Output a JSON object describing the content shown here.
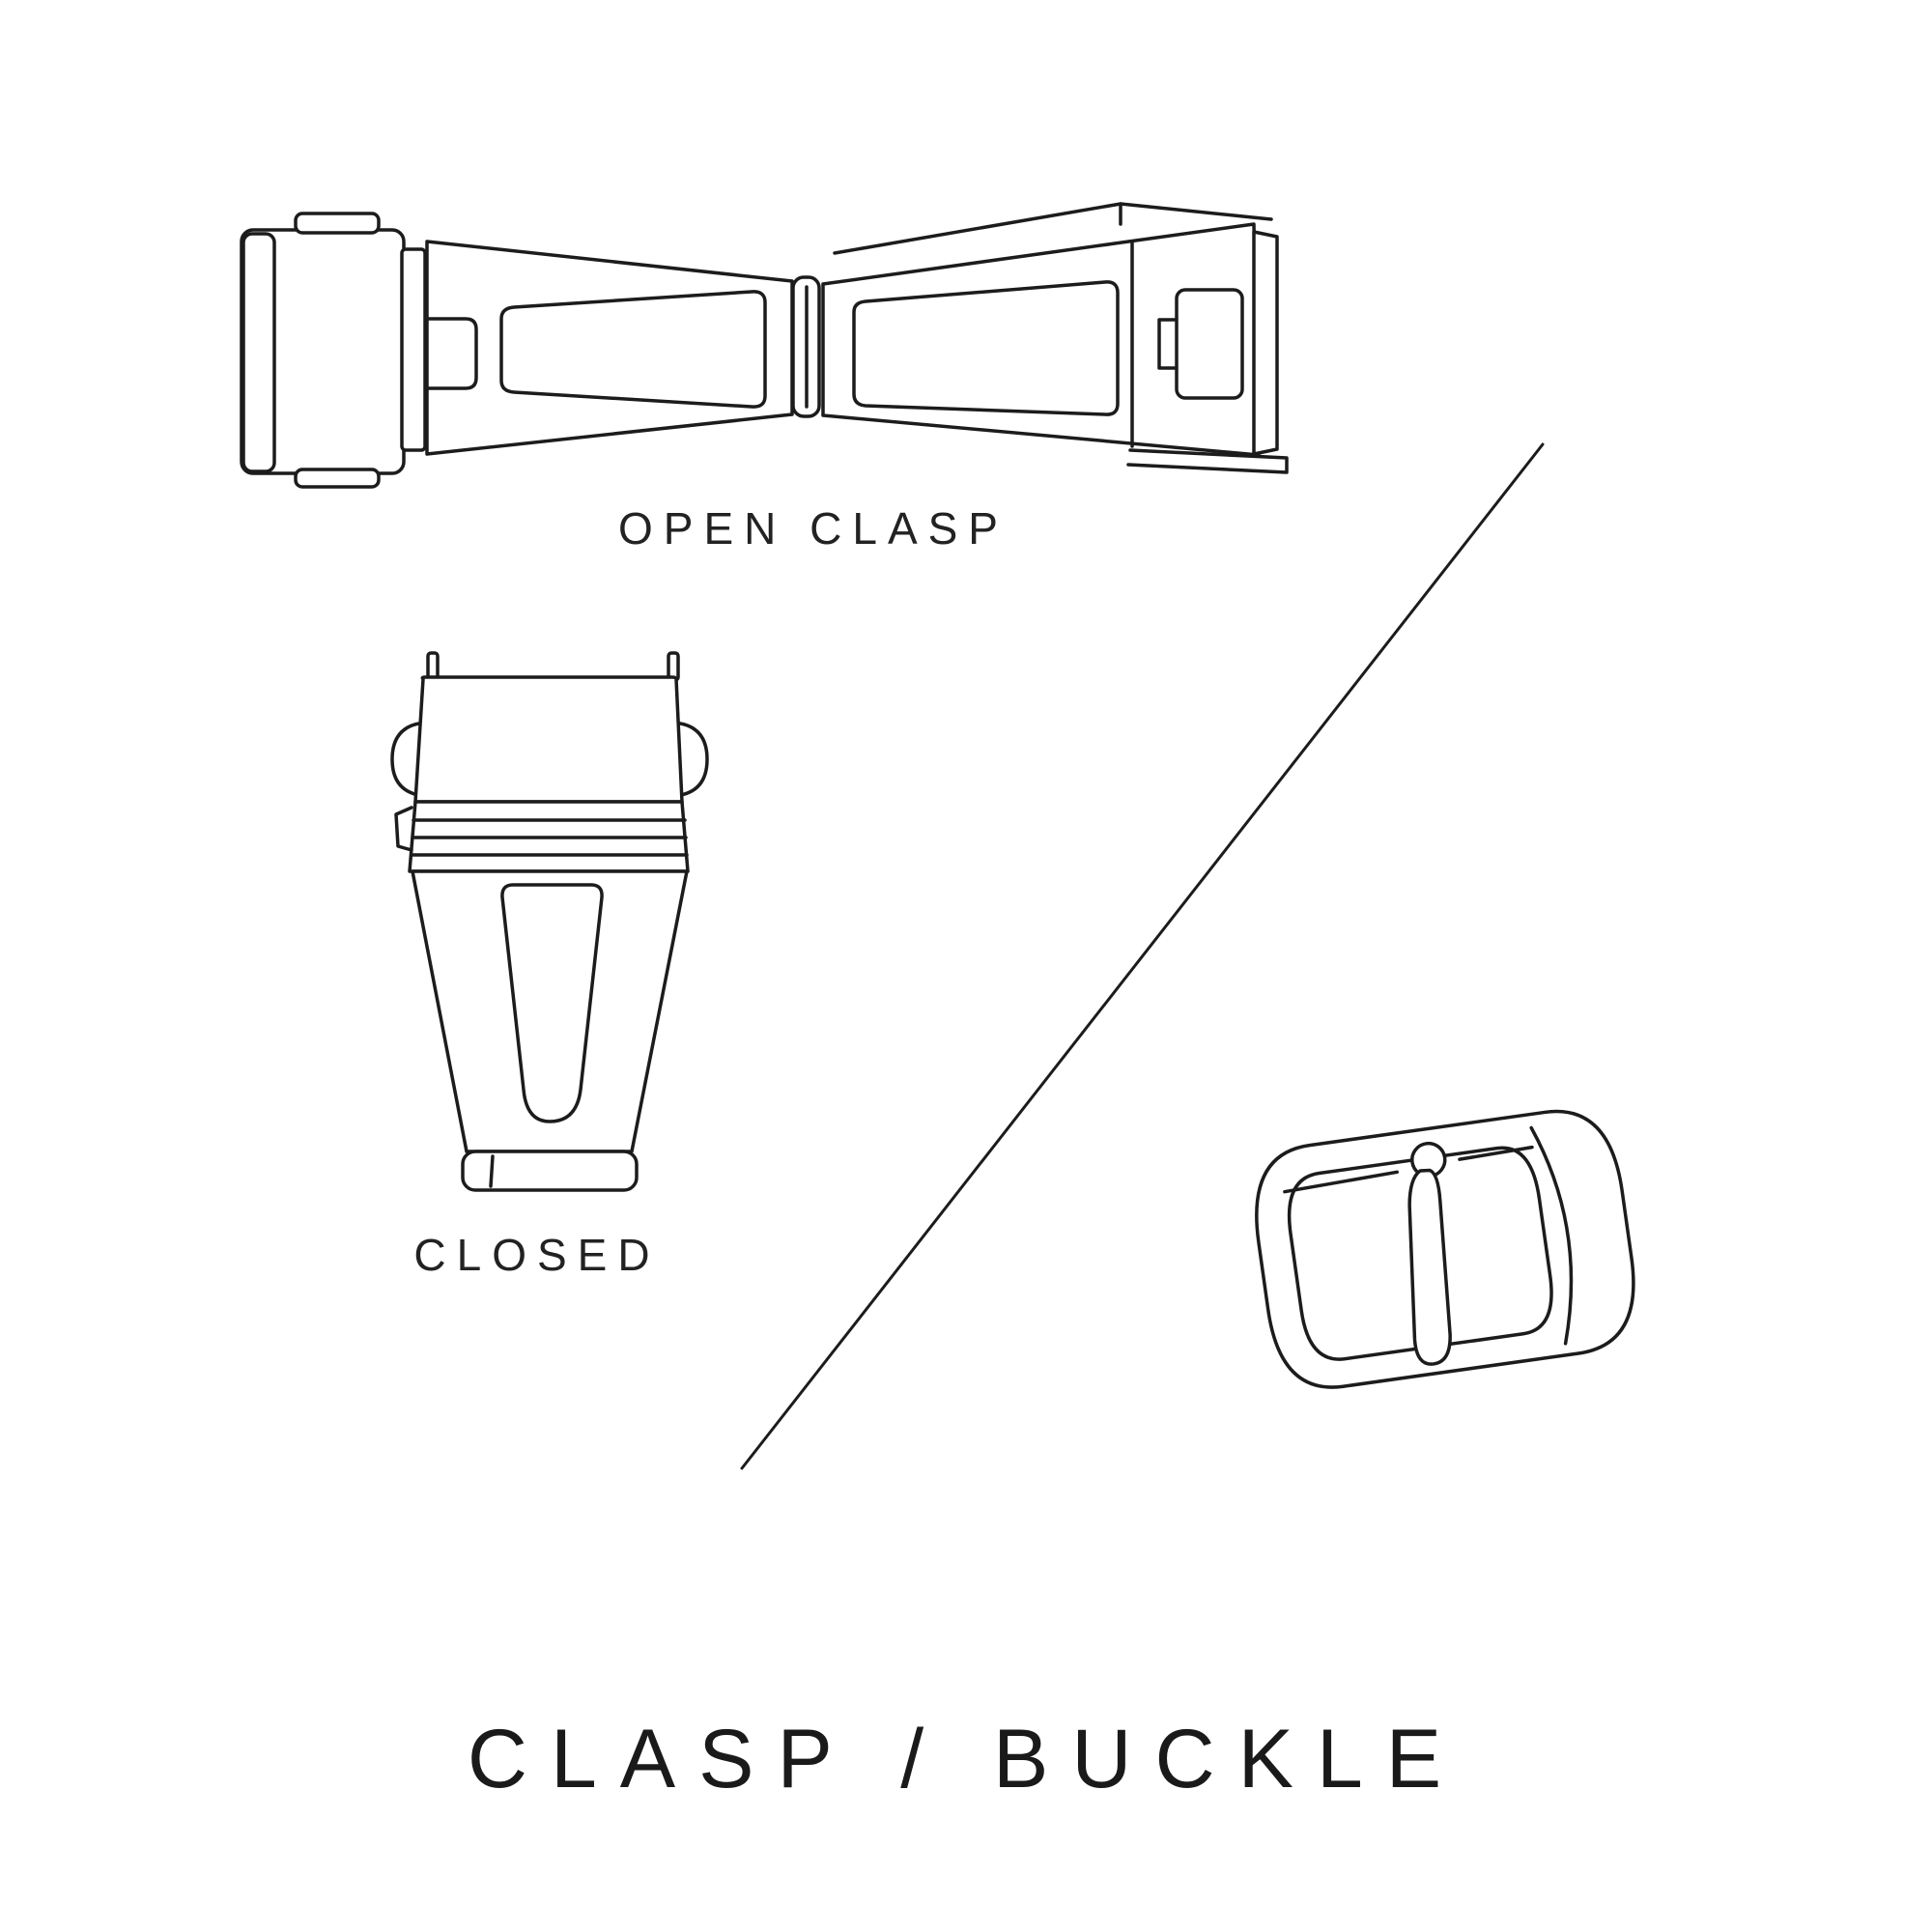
{
  "page": {
    "background_color": "#ffffff",
    "line_color": "#1c1c1c"
  },
  "labels": {
    "open_clasp": "OPEN CLASP",
    "closed": "CLOSED",
    "title": "CLASP / BUCKLE"
  },
  "illustrations": [
    {
      "id": "open-clasp",
      "caption": "OPEN CLASP",
      "description": "butterfly watch clasp shown open, top view"
    },
    {
      "id": "closed-clasp",
      "caption": "CLOSED",
      "description": "watch clasp shown closed, top view"
    },
    {
      "id": "buckle",
      "caption": "",
      "description": "pin buckle with tongue"
    }
  ]
}
